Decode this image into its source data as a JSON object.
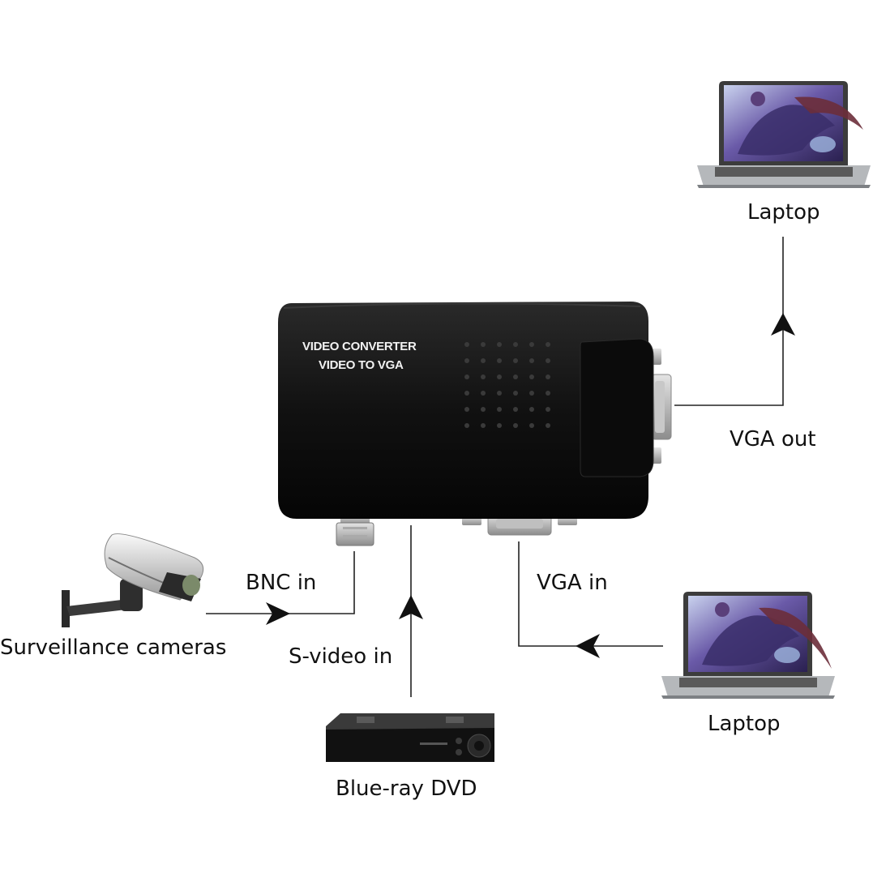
{
  "device": {
    "line1": "VIDEO CONVERTER",
    "line2": "VIDEO TO VGA"
  },
  "labels": {
    "laptop_top": "Laptop",
    "vga_out": "VGA out",
    "bnc_in": "BNC in",
    "vga_in": "VGA in",
    "svideo_in": "S-video in",
    "surveillance": "Surveillance cameras",
    "laptop_bottom": "Laptop",
    "bluray": "Blue-ray DVD"
  },
  "colors": {
    "line": "#222222",
    "device_body": "#141414",
    "laptop_body": "#b5b8bb",
    "screen_art": "#3a2e6a"
  }
}
